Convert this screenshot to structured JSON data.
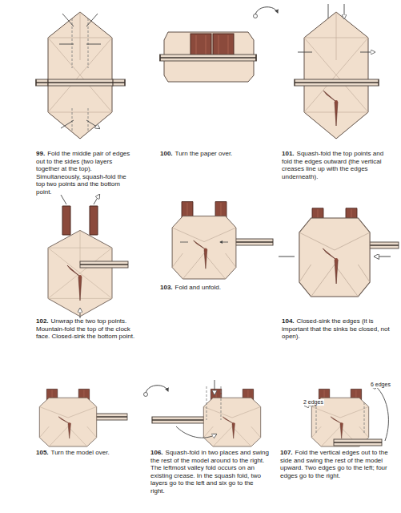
{
  "diagram": {
    "labels": [
      "99.",
      "Fold the middle pair of edges out to the sides (two layers together at the top). Simultaneously, squash-fold the top two points and the bottom point.",
      "100.",
      "Turn the paper over.",
      "101.",
      "Squash-fold the top points and fold the edges outward (the vertical creases line up with the edges underneath).",
      "102.",
      "Unwrap the two top points. Mountain-fold the top of the clock face. Closed-sink the bottom point.",
      "103.",
      "Fold and unfold.",
      "104.",
      "Closed-sink the edges (it is important that the sinks be closed, not open).",
      "105.",
      "Turn the model over.",
      "106.",
      "Squash-fold in two places and swing the rest of the model around to the right. The leftmost valley fold occurs on an existing crease. In the squash fold, two layers go to the left and six go to the right.",
      "107.",
      "Fold the vertical edges out to the side and swing the rest of the model upward. Two edges go to the left; four edges go to the right.",
      "2 edges",
      "6 edges"
    ]
  }
}
